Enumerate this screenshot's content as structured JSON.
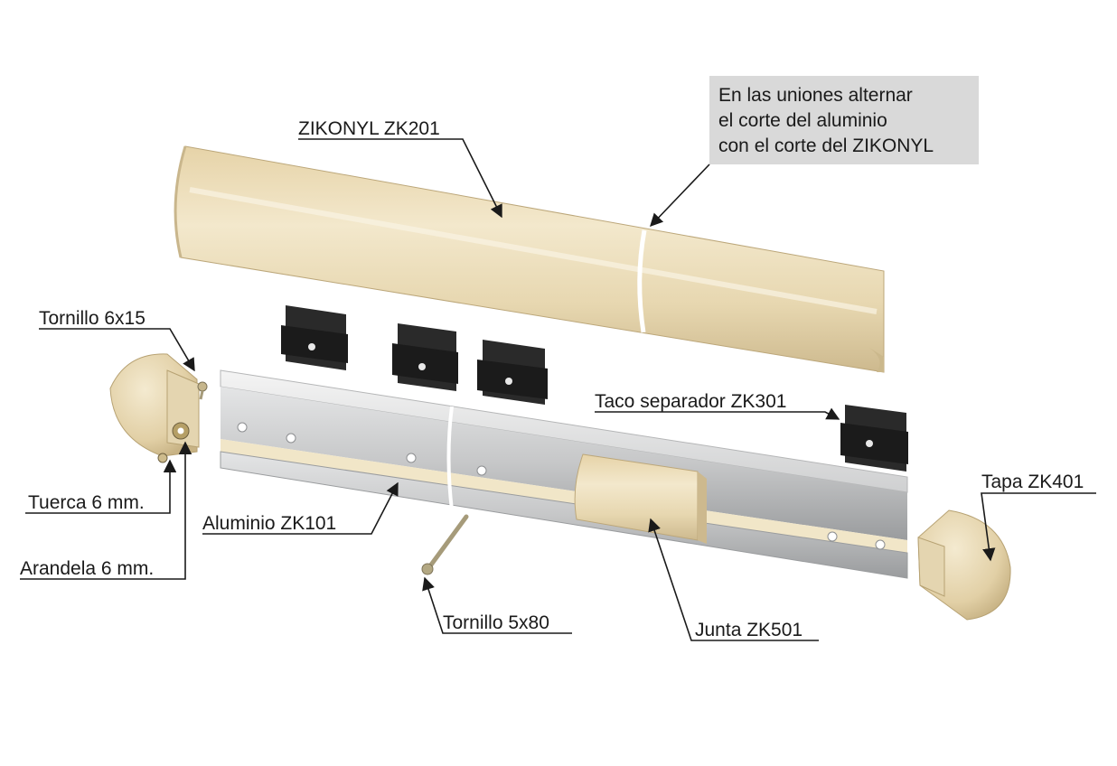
{
  "note": {
    "lines": [
      "En las uniones alternar",
      "el corte del aluminio",
      "con el corte del ZIKONYL"
    ]
  },
  "labels": {
    "zikonyl": "ZIKONYL ZK201",
    "tornillo_6x15": "Tornillo 6x15",
    "taco": "Taco separador ZK301",
    "tapa": "Tapa ZK401",
    "tuerca": "Tuerca 6 mm.",
    "aluminio": "Aluminio ZK101",
    "arandela": "Arandela 6 mm.",
    "tornillo_5x80": "Tornillo 5x80",
    "junta": "Junta ZK501"
  },
  "colors": {
    "cream": "#eadcb8",
    "cream_dark": "#c9b68c",
    "aluminium": "#c4c5c6",
    "aluminium_dark": "#8c8e90",
    "block": "#232323",
    "note_bg": "#d9d9d9",
    "line": "#1a1a1a"
  }
}
